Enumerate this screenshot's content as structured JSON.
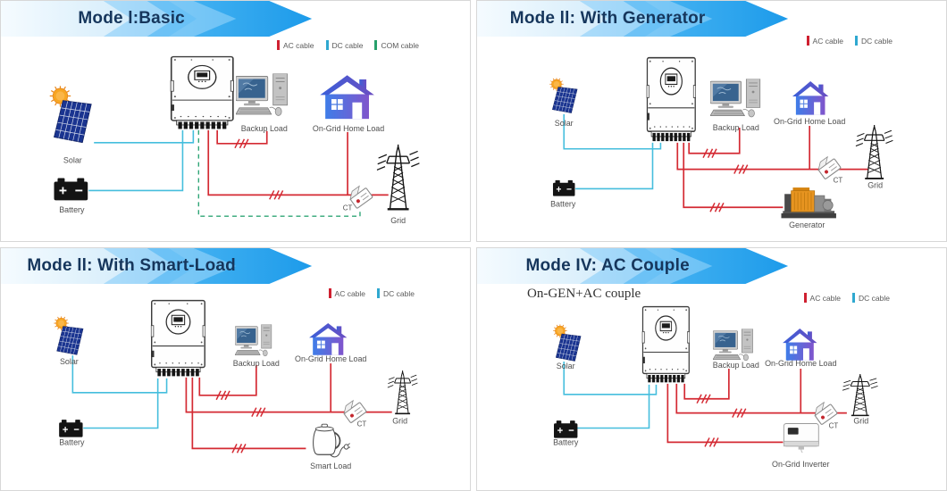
{
  "colors": {
    "ac_cable": "#d42a33",
    "dc_cable": "#45bedd",
    "com_cable": "#2fa576",
    "banner_blue": "#1d9bea",
    "title_navy": "#16365c",
    "house_blue": "#3f7de8",
    "house_purple": "#8055cc",
    "generator_orange": "#e79420"
  },
  "panels": [
    {
      "title": "Mode l:Basic",
      "legend": [
        "AC cable",
        "DC cable",
        "COM cable"
      ],
      "labels": {
        "solar": "Solar",
        "battery": "Battery",
        "backup_load": "Backup Load",
        "home_load": "On-Grid Home Load",
        "grid": "Grid",
        "ct": "CT"
      }
    },
    {
      "title": "Mode ll: With Generator",
      "legend": [
        "AC cable",
        "DC cable"
      ],
      "labels": {
        "solar": "Solar",
        "battery": "Battery",
        "backup_load": "Backup Load",
        "home_load": "On-Grid Home Load",
        "grid": "Grid",
        "ct": "CT",
        "generator": "Generator"
      }
    },
    {
      "title": "Mode ll: With Smart-Load",
      "legend": [
        "AC cable",
        "DC cable"
      ],
      "labels": {
        "solar": "Solar",
        "battery": "Battery",
        "backup_load": "Backup Load",
        "home_load": "On-Grid Home Load",
        "grid": "Grid",
        "ct": "CT",
        "smart_load": "Smart Load"
      }
    },
    {
      "title": "Mode IV: AC Couple",
      "subtitle": "On-GEN+AC couple",
      "legend": [
        "AC cable",
        "DC cable"
      ],
      "labels": {
        "solar": "Solar",
        "battery": "Battery",
        "backup_load": "Backup Load",
        "home_load": "On-Grid Home Load",
        "grid": "Grid",
        "ct": "CT",
        "ongrid_inverter": "On-Grid Inverter"
      }
    }
  ]
}
